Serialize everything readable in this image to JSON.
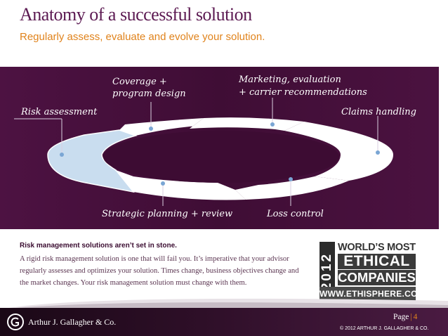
{
  "slide": {
    "title": "Anatomy of a successful solution",
    "subtitle": "Regularly assess, evaluate and evolve your solution.",
    "diagram": {
      "labels": {
        "risk_assessment": "Risk assessment",
        "coverage_1": "Coverage +",
        "coverage_2": "program design",
        "marketing_1": "Marketing, evaluation",
        "marketing_2": "+ carrier recommendations",
        "claims": "Claims handling",
        "strategic": "Strategic planning + review",
        "loss_control": "Loss control"
      }
    },
    "caption": {
      "heading": "Risk management solutions aren’t set in stone.",
      "body": "A rigid risk management solution is one that will fail you. It’s imperative that your advisor regularly assesses and optimizes your solution. Times change, business objectives change and the market changes. Your risk management solution must change with them."
    },
    "badge": {
      "year": "2012",
      "line1": "WORLD’S MOST",
      "line2": "ETHICAL",
      "line3": "COMPANIES",
      "line4": "WWW.ETHISPHERE.COM"
    }
  },
  "footer": {
    "company": "Arthur J. Gallagher & Co.",
    "page_label": "Page",
    "page_sep": "|",
    "page_number": "4",
    "copyright": "© 2012 ARTHUR J. GALLAGHER & CO."
  },
  "colors": {
    "title": "#5c1a52",
    "subtitle": "#e0831c",
    "band": "#4a1040",
    "footer": "#2e0f28",
    "highlight_segment": "#c9ddef"
  }
}
